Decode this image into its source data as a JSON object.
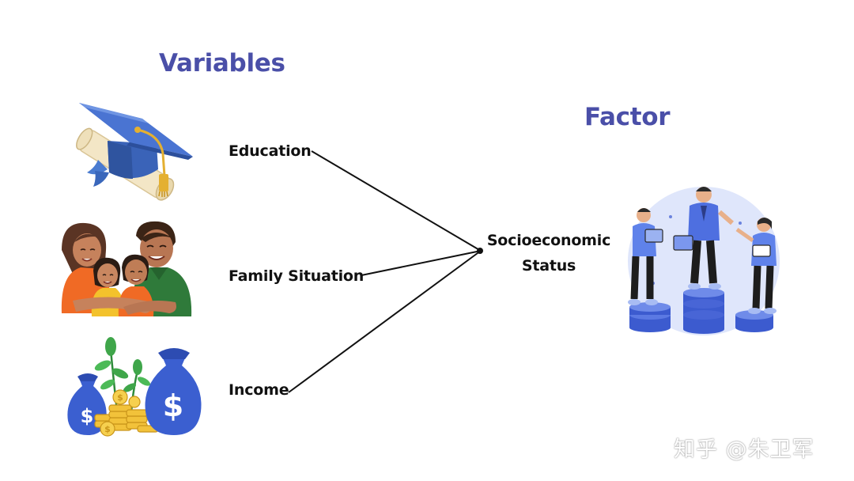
{
  "headings": {
    "variables": "Variables",
    "factor": "Factor"
  },
  "variables": [
    {
      "label": "Education",
      "icon": "graduation-cap-icon"
    },
    {
      "label": "Family Situation",
      "icon": "family-icon"
    },
    {
      "label": "Income",
      "icon": "money-bags-icon"
    }
  ],
  "factor": {
    "line1": "Socioeconomic",
    "line2": "Status",
    "icon": "people-on-coin-stacks-icon"
  },
  "watermark": "知乎 @朱卫军",
  "colors": {
    "heading": "#4a4fa8",
    "accent_blue": "#4a63d6",
    "text": "#111111"
  }
}
